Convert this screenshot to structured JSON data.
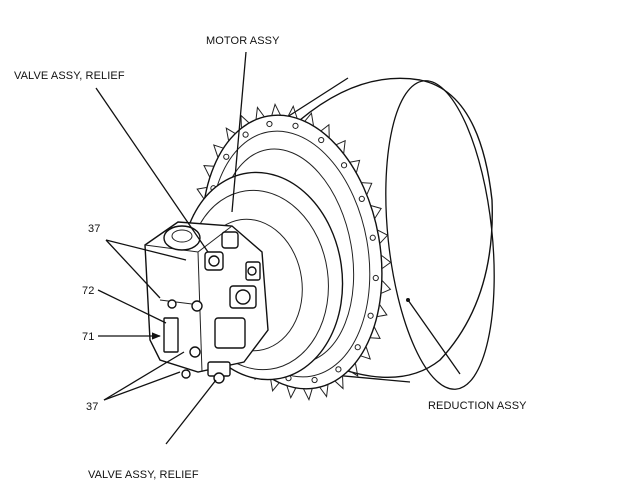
{
  "labels": {
    "motor_assy": "MOTOR ASSY",
    "valve_relief_top": "VALVE ASSY, RELIEF",
    "valve_relief_bottom": "VALVE ASSY, RELIEF",
    "reduction_assy": "REDUCTION ASSY",
    "ref_37_top": "37",
    "ref_72": "72",
    "ref_71": "71",
    "ref_37_bottom": "37"
  }
}
